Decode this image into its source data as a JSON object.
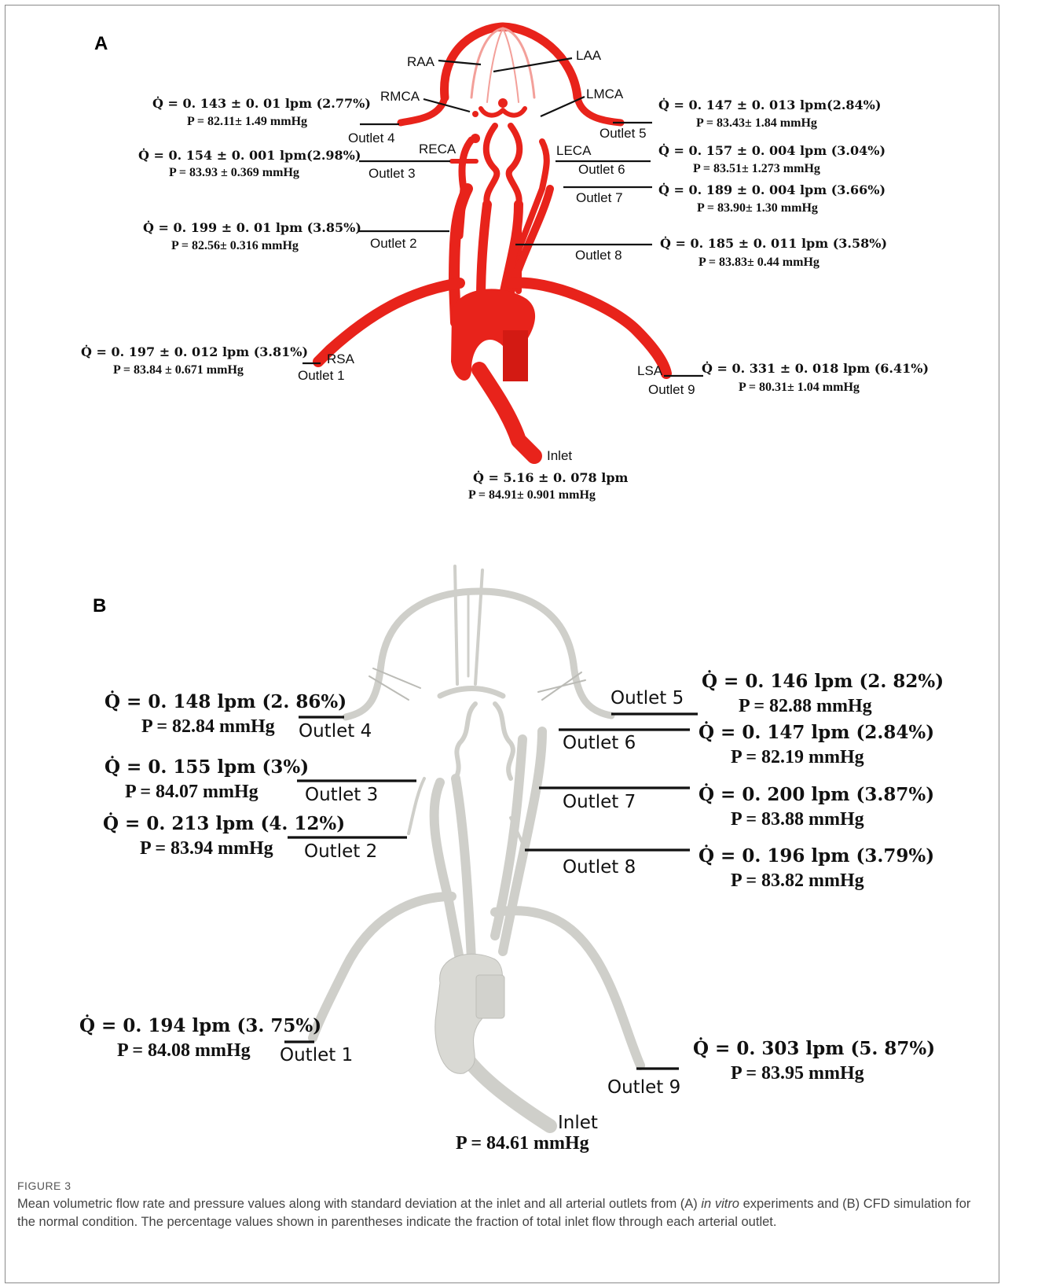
{
  "panel_a": {
    "letter": "A",
    "vessels": {
      "raa": "RAA",
      "laa": "LAA",
      "rmca": "RMCA",
      "lmca": "LMCA",
      "reca": "RECA",
      "leca": "LECA",
      "rsa": "RSA",
      "lsa": "LSA"
    },
    "outlets": {
      "o1": {
        "label": "Outlet 1",
        "q": "Q̇ = 0. 197 ± 0. 012 lpm (3.81%)",
        "p": "P = 83.84 ± 0.671 mmHg"
      },
      "o2": {
        "label": "Outlet 2",
        "q": "Q̇ = 0. 199 ± 0. 01 lpm (3.85%)",
        "p": "P = 82.56± 0.316 mmHg"
      },
      "o3": {
        "label": "Outlet 3",
        "q": "Q̇ = 0. 154 ± 0. 001 lpm(2.98%)",
        "p": "P = 83.93 ± 0.369 mmHg"
      },
      "o4": {
        "label": "Outlet 4",
        "q": "Q̇ = 0. 143 ± 0. 01 lpm (2.77%)",
        "p": "P = 82.11± 1.49 mmHg"
      },
      "o5": {
        "label": "Outlet 5",
        "q": "Q̇ = 0. 147 ± 0. 013 lpm(2.84%)",
        "p": "P = 83.43± 1.84 mmHg"
      },
      "o6": {
        "label": "Outlet 6",
        "q": "Q̇ = 0. 157 ± 0. 004 lpm (3.04%)",
        "p": "P = 83.51± 1.273 mmHg"
      },
      "o7": {
        "label": "Outlet 7",
        "q": "Q̇ = 0. 189 ± 0. 004 lpm (3.66%)",
        "p": "P = 83.90± 1.30 mmHg"
      },
      "o8": {
        "label": "Outlet 8",
        "q": "Q̇ = 0. 185 ± 0. 011 lpm (3.58%)",
        "p": "P = 83.83± 0.44 mmHg"
      },
      "o9": {
        "label": "Outlet 9",
        "q": "Q̇ = 0. 331 ± 0. 018 lpm (6.41%)",
        "p": "P = 80.31± 1.04 mmHg"
      }
    },
    "inlet": {
      "label": "Inlet",
      "q": "Q̇ = 5.16 ± 0. 078 lpm",
      "p": "P = 84.91± 0.901 mmHg"
    }
  },
  "panel_b": {
    "letter": "B",
    "outlets": {
      "o1": {
        "label": "Outlet 1",
        "q": "Q̇ = 0. 194 lpm (3. 75%)",
        "p": "P = 84.08 mmHg"
      },
      "o2": {
        "label": "Outlet 2",
        "q": "Q̇ = 0. 213 lpm (4. 12%)",
        "p": "P = 83.94 mmHg"
      },
      "o3": {
        "label": "Outlet 3",
        "q": "Q̇ = 0. 155 lpm (3%)",
        "p": "P = 84.07 mmHg"
      },
      "o4": {
        "label": "Outlet 4",
        "q": "Q̇ = 0. 148 lpm (2. 86%)",
        "p": "P = 82.84 mmHg"
      },
      "o5": {
        "label": "Outlet 5",
        "q": "Q̇ = 0. 146 lpm (2. 82%)",
        "p": "P = 82.88 mmHg"
      },
      "o6": {
        "label": "Outlet 6",
        "q": "Q̇ = 0. 147 lpm (2.84%)",
        "p": "P = 82.19 mmHg"
      },
      "o7": {
        "label": "Outlet 7",
        "q": "Q̇ = 0. 200 lpm (3.87%)",
        "p": "P = 83.88 mmHg"
      },
      "o8": {
        "label": "Outlet 8",
        "q": "Q̇ = 0. 196 lpm (3.79%)",
        "p": "P = 83.82 mmHg"
      },
      "o9": {
        "label": "Outlet 9",
        "q": "Q̇ = 0. 303 lpm (5. 87%)",
        "p": "P = 83.95 mmHg"
      }
    },
    "inlet": {
      "label": "Inlet",
      "p": "P = 84.61 mmHg"
    }
  },
  "caption": {
    "heading": "FIGURE 3",
    "part1": "Mean volumetric flow rate and pressure values along with standard deviation at the inlet and all arterial outlets from (",
    "ref_a": "A",
    "part2": ") ",
    "italic": "in vitro",
    "part3": " experiments and (",
    "ref_b": "B",
    "part4": ") CFD simulation for the normal condition. The percentage values shown in parentheses indicate the fraction of total inlet flow through each arterial outlet."
  },
  "colors": {
    "vessel_red": "#e8231b",
    "vessel_gray": "#d9d9d4",
    "caption": "#444444"
  }
}
